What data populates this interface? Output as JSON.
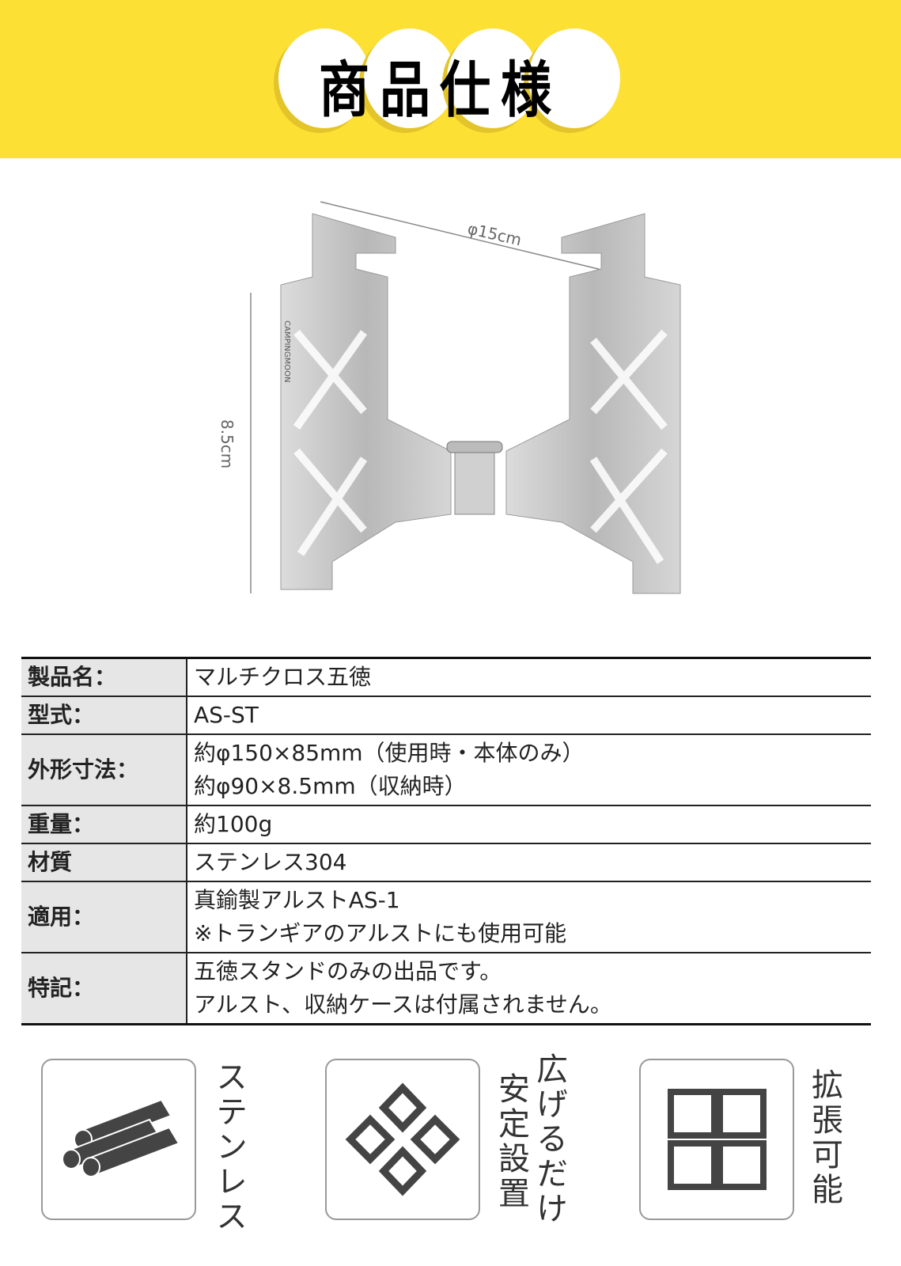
{
  "header": {
    "title_chars": [
      "商",
      "品",
      "仕",
      "様"
    ]
  },
  "product_image": {
    "diameter_label": "φ15cm",
    "height_label": "8.5cm",
    "brand": "CAMPINGMOON"
  },
  "specs": [
    {
      "label": "製品名：",
      "lines": [
        "マルチクロス五徳"
      ]
    },
    {
      "label": "型式：",
      "lines": [
        "AS-ST"
      ]
    },
    {
      "label": "外形寸法：",
      "lines": [
        "約φ150×85mm（使用時・本体のみ）",
        "約φ90×8.5mm（収納時）"
      ]
    },
    {
      "label": "重量：",
      "lines": [
        "約100g"
      ]
    },
    {
      "label": "材質",
      "lines": [
        "ステンレス304"
      ]
    },
    {
      "label": "適用：",
      "lines": [
        "真鍮製アルストAS-1",
        "※トランギアのアルストにも使用可能"
      ]
    },
    {
      "label": "特記：",
      "lines": [
        "五徳スタンドのみの出品です。",
        "アルスト、収納ケースは付属されません。"
      ]
    }
  ],
  "features": [
    {
      "icon": "pipes-icon",
      "lines": [
        "ステンレス"
      ]
    },
    {
      "icon": "expand-arrows-icon",
      "lines": [
        "広げるだけ",
        "安定設置"
      ]
    },
    {
      "icon": "puzzle-icon",
      "lines": [
        "拡張可能"
      ]
    }
  ],
  "colors": {
    "banner": "#fde034",
    "label_bg": "#e6e6e6",
    "metal": "#c9c9c9"
  }
}
